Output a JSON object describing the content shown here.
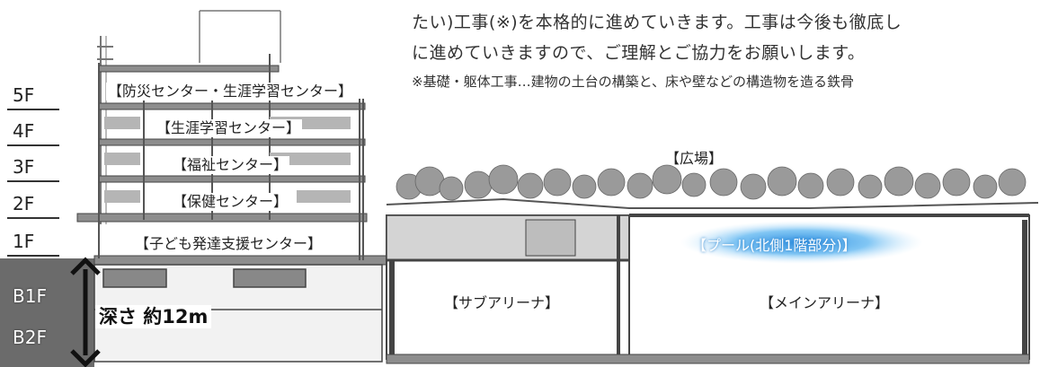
{
  "intro": {
    "line1": "たい)工事(※)を本格的に進めていきます。工事は今後も徹底し",
    "line2": "に進めていきますので、ご理解とご協力をお願いします。",
    "note": "※基礎・躯体工事…建物の土台の構築と、床や壁などの構造物を造る鉄骨"
  },
  "floors": {
    "f5": "5F",
    "f4": "4F",
    "f3": "3F",
    "f2": "2F",
    "f1": "1F",
    "b1": "B1F",
    "b2": "B2F"
  },
  "rooms": {
    "disaster_center": "【防災センター・生涯学習センター】",
    "learning_center": "【生涯学習センター】",
    "welfare_center": "【福祉センター】",
    "health_center": "【保健センター】",
    "child_support_center": "【子ども発達支援センター】",
    "plaza": "【広場】",
    "pool": "【プール(北側1階部分)】",
    "sub_arena": "【サブアリーナ】",
    "main_arena": "【メインアリーナ】"
  },
  "depth_label": "深さ 約12m",
  "colors": {
    "underground": "#6b6b6b",
    "structure": "#555555",
    "slab": "#9a9a9a",
    "tree": "#8a8a8a",
    "pool_glow": "#4aa3e8"
  }
}
